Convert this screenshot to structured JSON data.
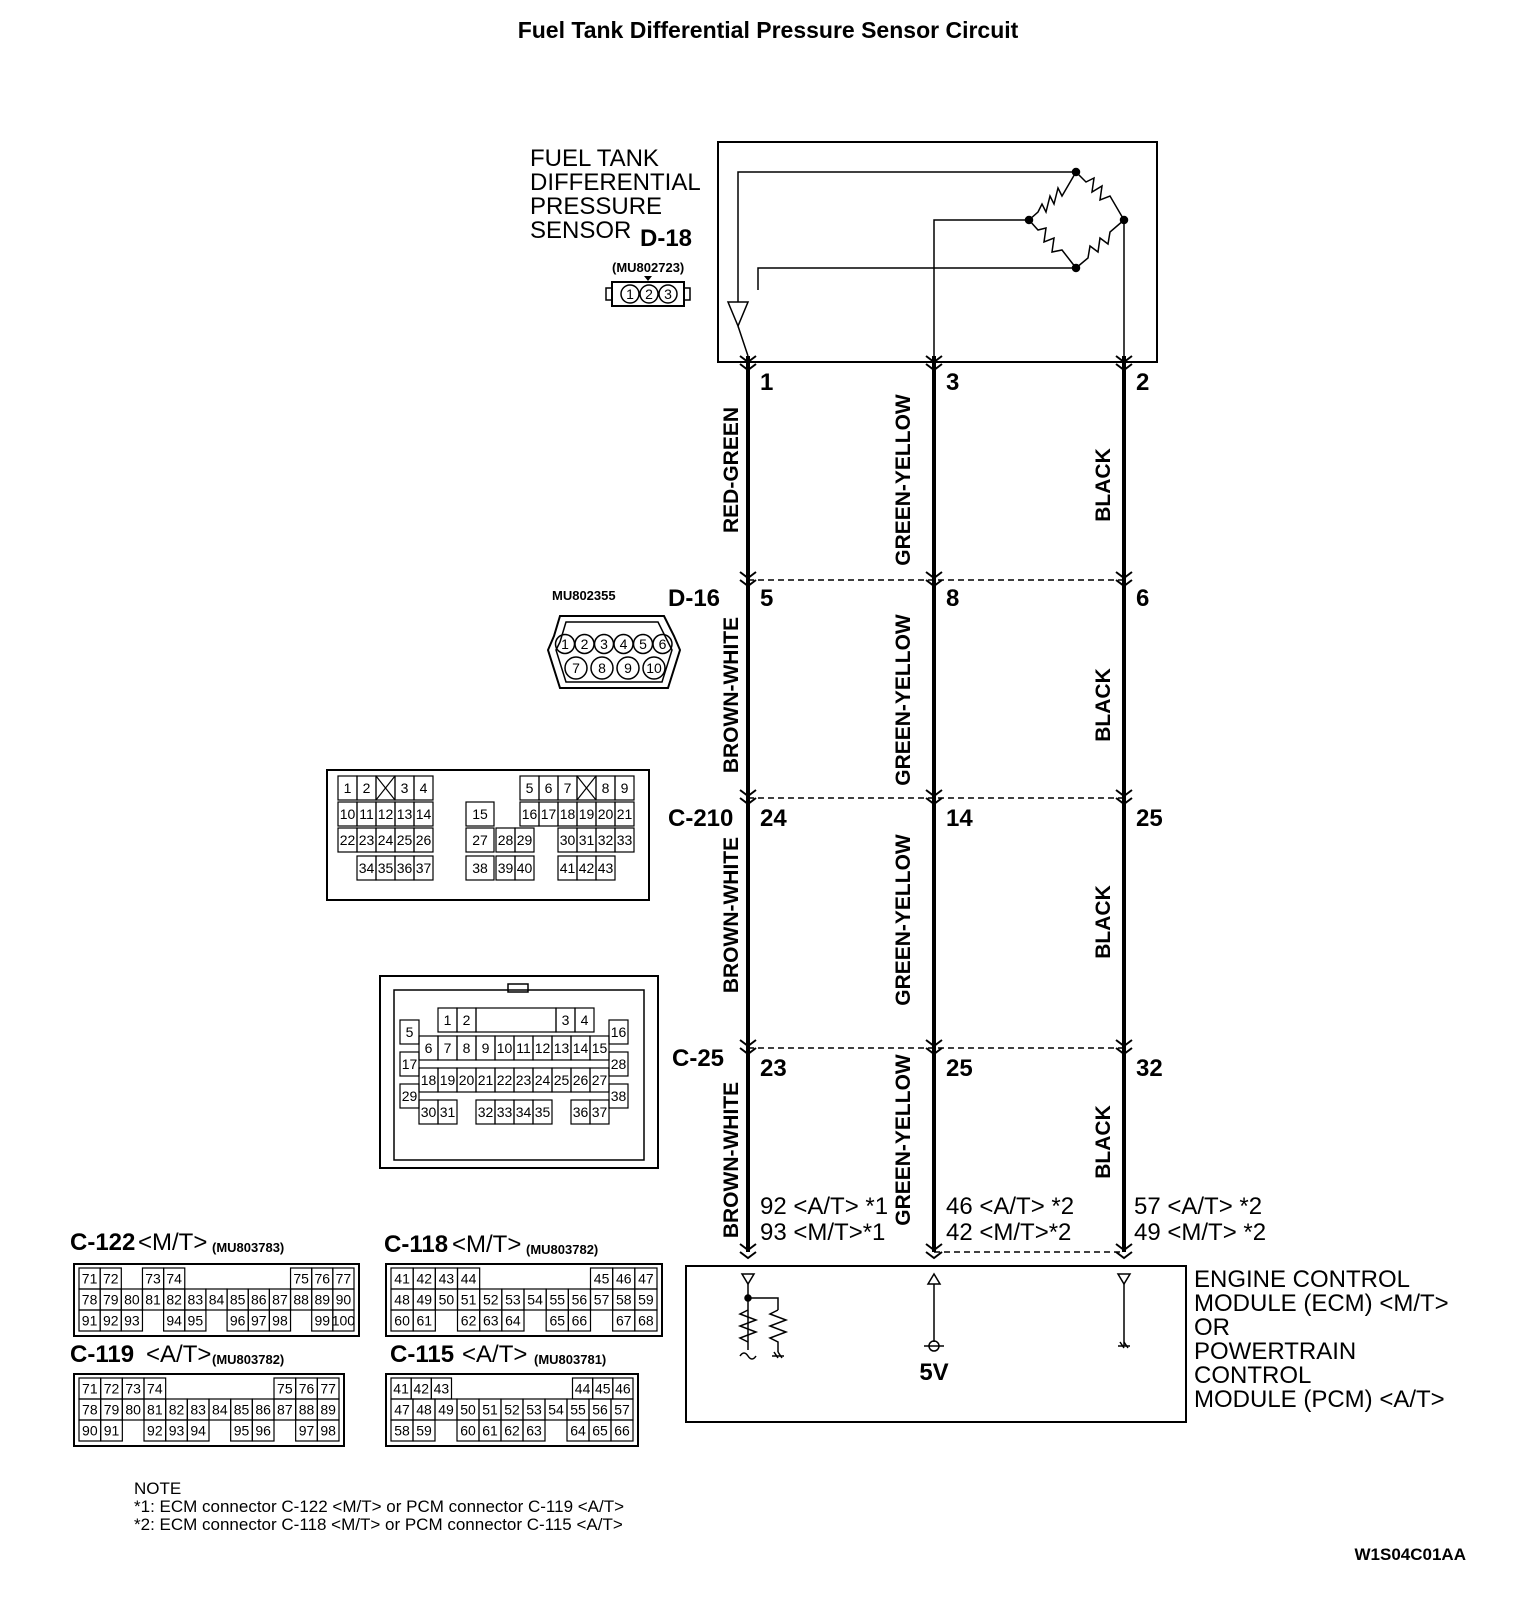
{
  "title": "Fuel Tank Differential Pressure Sensor Circuit",
  "sensor": {
    "label_lines": [
      "FUEL TANK",
      "DIFFERENTIAL",
      "PRESSURE",
      "SENSOR"
    ],
    "connector": "D-18",
    "part_no": "(MU802723)",
    "pins": [
      "1",
      "2",
      "3"
    ]
  },
  "wires": [
    {
      "id": "w1",
      "pins": {
        "sensor": "1",
        "d16": "5",
        "c210": "24",
        "c25": "23"
      },
      "colors": [
        "RED-GREEN",
        "BROWN-WHITE",
        "BROWN-WHITE",
        "BROWN-WHITE"
      ],
      "ecm": [
        "92 <A/T> *1",
        "93 <M/T>*1"
      ]
    },
    {
      "id": "w2",
      "pins": {
        "sensor": "3",
        "d16": "8",
        "c210": "14",
        "c25": "25"
      },
      "colors": [
        "GREEN-YELLOW",
        "GREEN-YELLOW",
        "GREEN-YELLOW",
        "GREEN-YELLOW"
      ],
      "ecm": [
        "46 <A/T> *2",
        "42 <M/T>*2"
      ]
    },
    {
      "id": "w3",
      "pins": {
        "sensor": "2",
        "d16": "6",
        "c210": "25",
        "c25": "32"
      },
      "colors": [
        "BLACK",
        "BLACK",
        "BLACK",
        "BLACK"
      ],
      "ecm": [
        "57 <A/T> *2",
        "49 <M/T> *2"
      ]
    }
  ],
  "connectors": {
    "d16": {
      "name": "D-16",
      "part_no": "MU802355",
      "row1": [
        "1",
        "2",
        "3",
        "4",
        "5",
        "6"
      ],
      "row2": [
        "7",
        "8",
        "9",
        "10"
      ]
    },
    "c210": {
      "name": "C-210"
    },
    "c25": {
      "name": "C-25"
    }
  },
  "ecm_pcm": {
    "label_lines": [
      "ENGINE CONTROL",
      "MODULE (ECM) <M/T>",
      "OR",
      "POWERTRAIN",
      "CONTROL",
      "MODULE (PCM) <A/T>"
    ],
    "supply": "5V"
  },
  "ecm_connectors": [
    {
      "name": "C-122",
      "variant": "<M/T>",
      "part_no": "(MU803783)",
      "rows": [
        [
          "71",
          "72",
          "",
          "73",
          "74",
          "",
          "",
          "",
          "",
          "",
          "75",
          "76",
          "77"
        ],
        [
          "78",
          "79",
          "80",
          "81",
          "82",
          "83",
          "84",
          "85",
          "86",
          "87",
          "88",
          "89",
          "90"
        ],
        [
          "91",
          "92",
          "93",
          "",
          "94",
          "95",
          "",
          "96",
          "97",
          "98",
          "",
          "99",
          "100"
        ]
      ]
    },
    {
      "name": "C-118",
      "variant": "<M/T>",
      "part_no": "(MU803782)",
      "rows": [
        [
          "41",
          "42",
          "43",
          "44",
          "",
          "",
          "",
          "",
          "",
          "45",
          "46",
          "47"
        ],
        [
          "48",
          "49",
          "50",
          "51",
          "52",
          "53",
          "54",
          "55",
          "56",
          "57",
          "58",
          "59"
        ],
        [
          "60",
          "61",
          "",
          "62",
          "63",
          "64",
          "",
          "65",
          "66",
          "",
          "67",
          "68"
        ]
      ]
    },
    {
      "name": "C-119",
      "variant": "<A/T>",
      "part_no": "(MU803782)",
      "rows": [
        [
          "71",
          "72",
          "73",
          "74",
          "",
          "",
          "",
          "",
          "",
          "75",
          "76",
          "77"
        ],
        [
          "78",
          "79",
          "80",
          "81",
          "82",
          "83",
          "84",
          "85",
          "86",
          "87",
          "88",
          "89"
        ],
        [
          "90",
          "91",
          "",
          "92",
          "93",
          "94",
          "",
          "95",
          "96",
          "",
          "97",
          "98"
        ]
      ]
    },
    {
      "name": "C-115",
      "variant": "<A/T>",
      "part_no": "(MU803781)",
      "rows": [
        [
          "41",
          "42",
          "43",
          "",
          "",
          "",
          "",
          "",
          "",
          "44",
          "45",
          "46"
        ],
        [
          "47",
          "48",
          "49",
          "50",
          "51",
          "52",
          "53",
          "54",
          "55",
          "56",
          "57"
        ],
        [
          "58",
          "59",
          "",
          "60",
          "61",
          "62",
          "63",
          "",
          "64",
          "65",
          "66"
        ]
      ]
    }
  ],
  "c210_cells": {
    "r1": [
      "1",
      "2",
      "3",
      "4",
      "5",
      "6",
      "7",
      "8",
      "9"
    ],
    "r2": [
      "10",
      "11",
      "12",
      "13",
      "14",
      "15",
      "16",
      "17",
      "18",
      "19",
      "20",
      "21"
    ],
    "r3": [
      "22",
      "23",
      "24",
      "25",
      "26",
      "27",
      "28",
      "29",
      "30",
      "31",
      "32",
      "33"
    ],
    "r4": [
      "34",
      "35",
      "36",
      "37",
      "38",
      "39",
      "40",
      "41",
      "42",
      "43"
    ]
  },
  "c25_cells": {
    "r1": [
      "1",
      "2",
      "3",
      "4"
    ],
    "r2": [
      "5",
      "6",
      "7",
      "8",
      "9",
      "10",
      "11",
      "12",
      "13",
      "14",
      "15",
      "16"
    ],
    "r3": [
      "17",
      "18",
      "19",
      "20",
      "21",
      "22",
      "23",
      "24",
      "25",
      "26",
      "27",
      "28"
    ],
    "r4": [
      "29",
      "30",
      "31",
      "32",
      "33",
      "34",
      "35",
      "36",
      "37",
      "38"
    ]
  },
  "note": {
    "heading": "NOTE",
    "lines": [
      "*1: ECM connector C-122 <M/T> or PCM connector C-119 <A/T>",
      "*2: ECM connector C-118 <M/T> or PCM connector C-115 <A/T>"
    ]
  },
  "figure_code": "W1S04C01AA"
}
